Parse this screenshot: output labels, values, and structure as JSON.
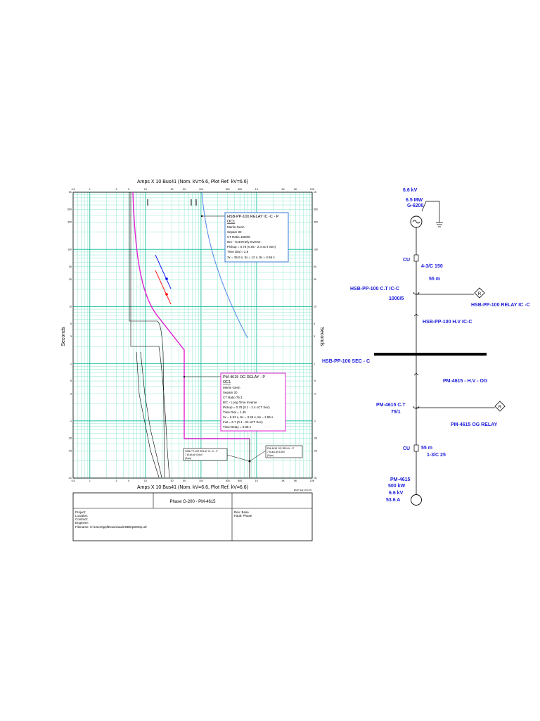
{
  "tcc": {
    "top_title": "Amps  X  10   Bus41 (Nom. kV=6.6, Plot Ref. kV=6.6)",
    "bottom_title": "Amps  X  10   Bus41 (Nom. kV=6.6, Plot Ref. kV=6.6)",
    "y_label_left": "Seconds",
    "y_label_right": "Seconds",
    "x_ticks": [
      "0.5",
      "1",
      "3",
      "5",
      "10",
      "30",
      "50",
      "100",
      "300",
      "500",
      "1K",
      "3K",
      "5K",
      "10K"
    ],
    "y_ticks": [
      "1K",
      "500",
      "300",
      "100",
      "50",
      "30",
      "10",
      "5",
      "3",
      "1",
      ".5",
      ".3",
      ".1",
      ".05",
      ".03",
      ".01"
    ],
    "etap_mark": "ETAP Star 16.0.0N",
    "relay_ic": {
      "title": "HSB-PP-100 RELAY IC -C - P",
      "element": "OC1",
      "lines": [
        "Merlin Gerin",
        "Sepam 80",
        "CT Ratio 1000/5",
        "IEC - Extremely Inverse",
        "Pickup = 0.75 (0.05 - 2.4  xCT Sec)",
        "Time Dial = 2.9",
        "3x = 35.9 s, 5x = 12 s, 8x = 4.56 s"
      ]
    },
    "relay_og": {
      "title": "PM-4615 OG RELAY - P",
      "element": "OC1",
      "lines": [
        "Merlin Gerin",
        "Sepam 20",
        "CT Ratio 75:1",
        "IEC - Long Time Inverse",
        "Pickup = 0.79 (0.1 - 2.4  xCT Sec)",
        "Time Dial = 1.45",
        "3x = 6.53 s, 5x = 3.26 s, 8x = 1.86 s",
        "Inst = 6.7 (0.1 - 24  xCT Sec)",
        "Time Delay = 0.05 s"
      ]
    },
    "small_box_left": [
      "HSB-PP-100 RELAY IC -C - P",
      "7.61kA @ 6.6kV",
      "(Sym)"
    ],
    "small_box_right": [
      "PM-4615 OG RELAY - P",
      "7.61kA @ 6.6kV",
      "(Sym)"
    ],
    "info": {
      "header": "Phase G-200 - PM-4615",
      "left_lines": [
        "Project:",
        "Location:",
        "Contract:",
        "Engineer:",
        "Filename: C:\\Users\\ppl\\Downloads\\SBS\\pS8S\\p.otl"
      ],
      "right_lines": [
        "Rev:  Base",
        "Fault: Phase"
      ]
    }
  },
  "sld": {
    "gen_kv": "6.6 kV",
    "gen_mw": "6.5 MW",
    "gen_id": "G-6200",
    "cu1": "CU",
    "cable1": "4-3/C 150",
    "len1": "55 m",
    "ct_ic": "HSB-PP-100  C.T IC-C",
    "ct_ic_ratio": "1000/5",
    "relay_ic": "HSB-PP-100 RELAY IC -C",
    "breaker_ic": "HSB-PP-100  H.V IC-C",
    "bus": "HSB-PP-100 SEC - C",
    "breaker_og": "PM-4615 - H.V - OG",
    "ct_og": "PM-4615 C.T",
    "ct_og_ratio": "75/1",
    "relay_og": "PM-4615 OG RELAY",
    "cu2": "CU",
    "len2": "55 m",
    "cable2": "1-3/C 25",
    "motor_id": "PM-4615",
    "motor_kw": "500 kW",
    "motor_kv": "6.6 kV",
    "motor_a": "53.6 A",
    "relay_symbol": "R"
  }
}
